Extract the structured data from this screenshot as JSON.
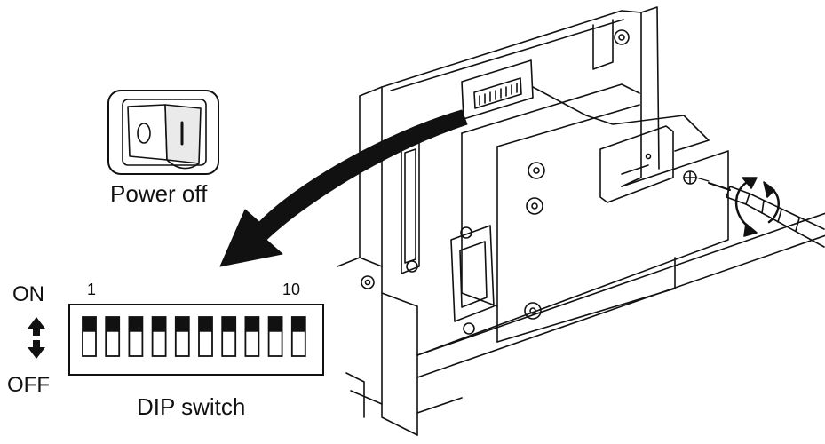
{
  "power_switch": {
    "caption": "Power off"
  },
  "dip_switch": {
    "caption": "DIP switch",
    "on_label": "ON",
    "off_label": "OFF",
    "first_number": "1",
    "last_number": "10",
    "count": 10,
    "state_shown": "OFF"
  },
  "icons": [
    "power-rocker-switch-icon",
    "curved-arrow-icon",
    "up-arrow-icon",
    "down-arrow-icon",
    "screwdriver-icon",
    "screw-icon",
    "rotate-arrow-icon"
  ]
}
